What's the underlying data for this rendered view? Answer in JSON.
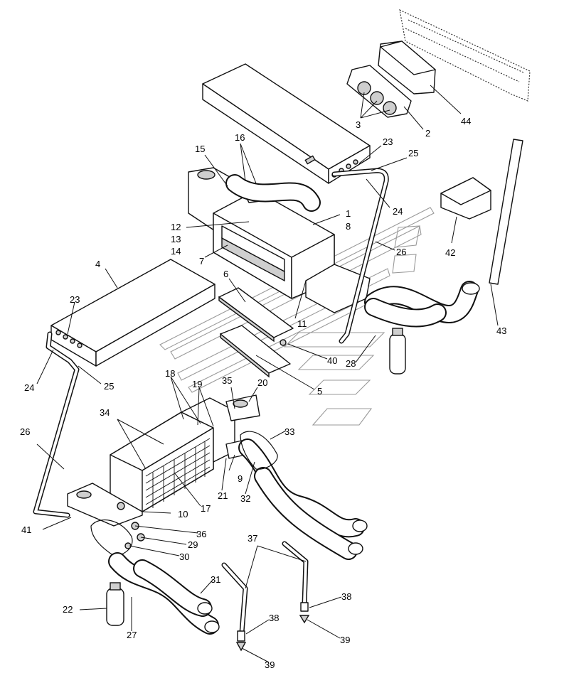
{
  "labels": [
    {
      "id": "l1",
      "text": "1"
    },
    {
      "id": "l8",
      "text": "8"
    },
    {
      "id": "l2",
      "text": "2"
    },
    {
      "id": "l3",
      "text": "3"
    },
    {
      "id": "l44",
      "text": "44"
    },
    {
      "id": "l23a",
      "text": "23"
    },
    {
      "id": "l25a",
      "text": "25"
    },
    {
      "id": "l24a",
      "text": "24"
    },
    {
      "id": "l16",
      "text": "16"
    },
    {
      "id": "l15",
      "text": "15"
    },
    {
      "id": "l12",
      "text": "12"
    },
    {
      "id": "l13",
      "text": "13"
    },
    {
      "id": "l14",
      "text": "14"
    },
    {
      "id": "l7",
      "text": "7"
    },
    {
      "id": "l26a",
      "text": "26"
    },
    {
      "id": "l42",
      "text": "42"
    },
    {
      "id": "l43",
      "text": "43"
    },
    {
      "id": "l4",
      "text": "4"
    },
    {
      "id": "l6",
      "text": "6"
    },
    {
      "id": "l11",
      "text": "11"
    },
    {
      "id": "l40",
      "text": "40"
    },
    {
      "id": "l28",
      "text": "28"
    },
    {
      "id": "l5",
      "text": "5"
    },
    {
      "id": "l23b",
      "text": "23"
    },
    {
      "id": "l24b",
      "text": "24"
    },
    {
      "id": "l25b",
      "text": "25"
    },
    {
      "id": "l18",
      "text": "18"
    },
    {
      "id": "l19",
      "text": "19"
    },
    {
      "id": "l35",
      "text": "35"
    },
    {
      "id": "l20",
      "text": "20"
    },
    {
      "id": "l33",
      "text": "33"
    },
    {
      "id": "l34",
      "text": "34"
    },
    {
      "id": "l26b",
      "text": "26"
    },
    {
      "id": "l9",
      "text": "9"
    },
    {
      "id": "l32",
      "text": "32"
    },
    {
      "id": "l21",
      "text": "21"
    },
    {
      "id": "l17",
      "text": "17"
    },
    {
      "id": "l10",
      "text": "10"
    },
    {
      "id": "l41",
      "text": "41"
    },
    {
      "id": "l36",
      "text": "36"
    },
    {
      "id": "l29",
      "text": "29"
    },
    {
      "id": "l30",
      "text": "30"
    },
    {
      "id": "l37",
      "text": "37"
    },
    {
      "id": "l31",
      "text": "31"
    },
    {
      "id": "l38a",
      "text": "38"
    },
    {
      "id": "l38b",
      "text": "38"
    },
    {
      "id": "l22",
      "text": "22"
    },
    {
      "id": "l27",
      "text": "27"
    },
    {
      "id": "l39a",
      "text": "39"
    },
    {
      "id": "l39b",
      "text": "39"
    }
  ]
}
